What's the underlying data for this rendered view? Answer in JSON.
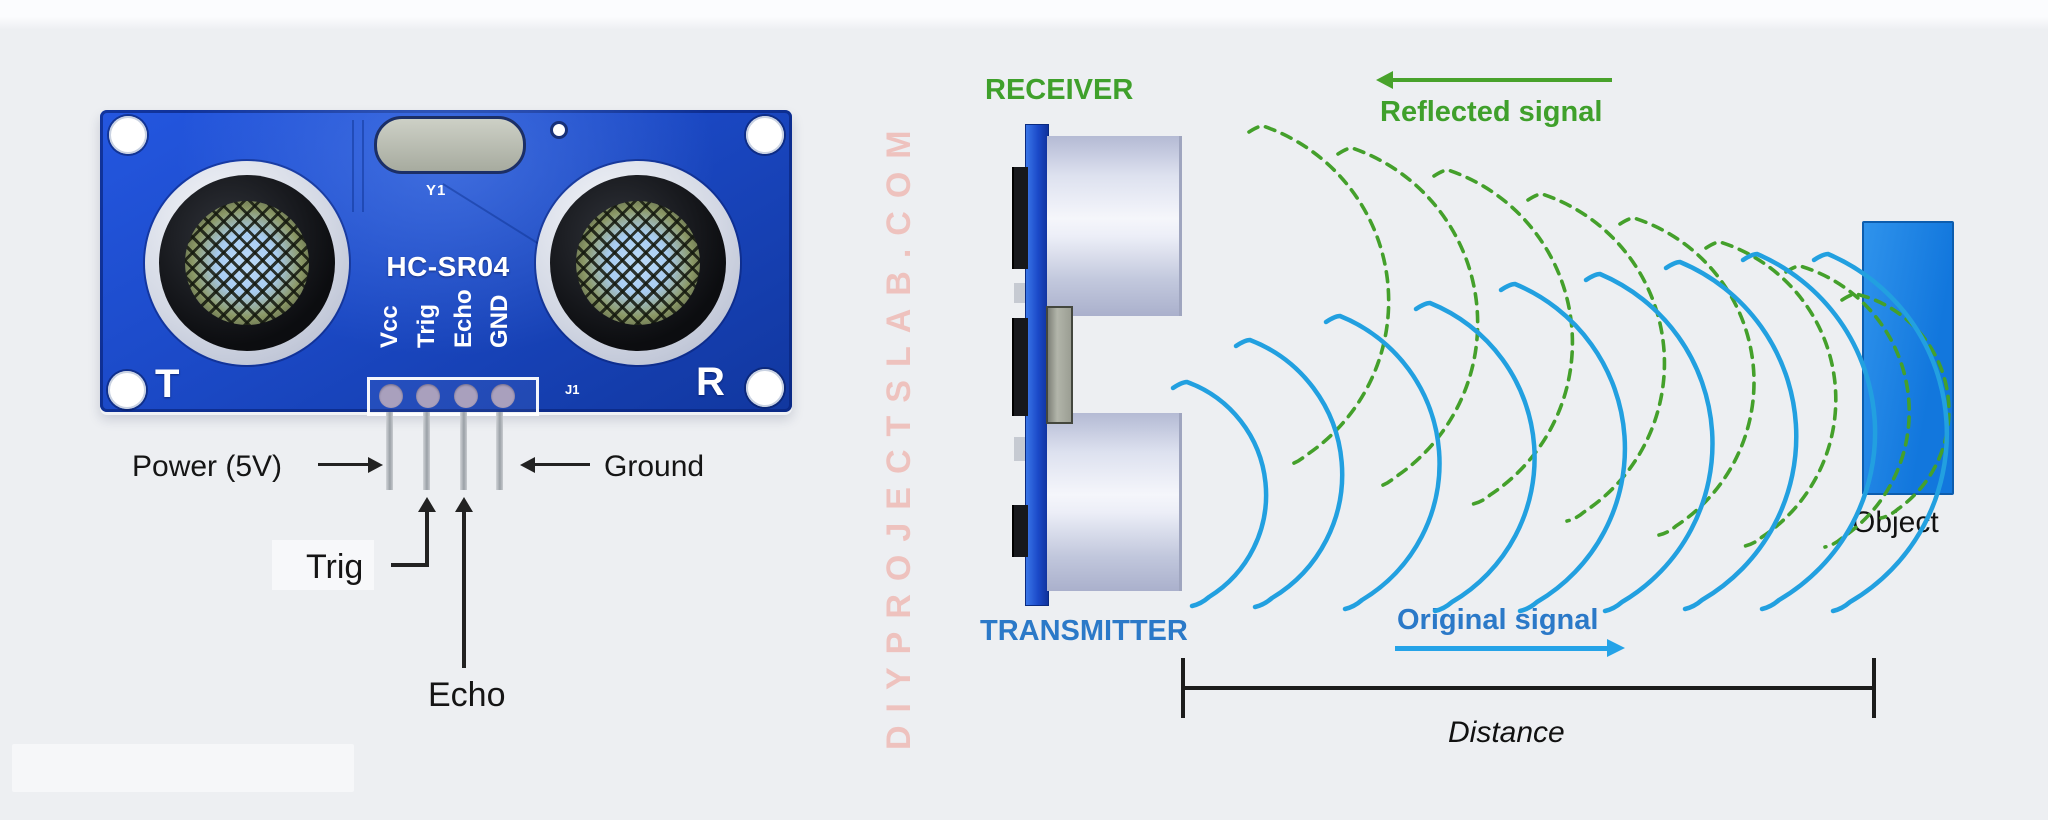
{
  "page": {
    "watermark": "DIYPROJECTSLAB.COM"
  },
  "board": {
    "model": "HC-SR04",
    "crystal_ref": "Y1",
    "connector_ref": "J1",
    "transmitter_letter": "T",
    "receiver_letter": "R",
    "pin_labels": [
      "Vcc",
      "Trig",
      "Echo",
      "GND"
    ],
    "callouts": {
      "power": "Power (5V)",
      "ground": "Ground",
      "trig": "Trig",
      "echo": "Echo"
    }
  },
  "diagram": {
    "receiver_label": "RECEIVER",
    "transmitter_label": "TRANSMITTER",
    "reflected_signal_label": "Reflected signal",
    "original_signal_label": "Original signal",
    "object_label": "Object",
    "distance_label": "Distance",
    "colors": {
      "reflected_green": "#44a02b",
      "original_blue": "#22a0e0",
      "label_green": "#3fa02b",
      "label_blue": "#2b79c8",
      "object_blue": "#1583e8",
      "board_blue": "#1b49c6",
      "watermark_pink": "#eec2be"
    },
    "waves": {
      "reflected_count": 8,
      "original_count": 9
    }
  }
}
